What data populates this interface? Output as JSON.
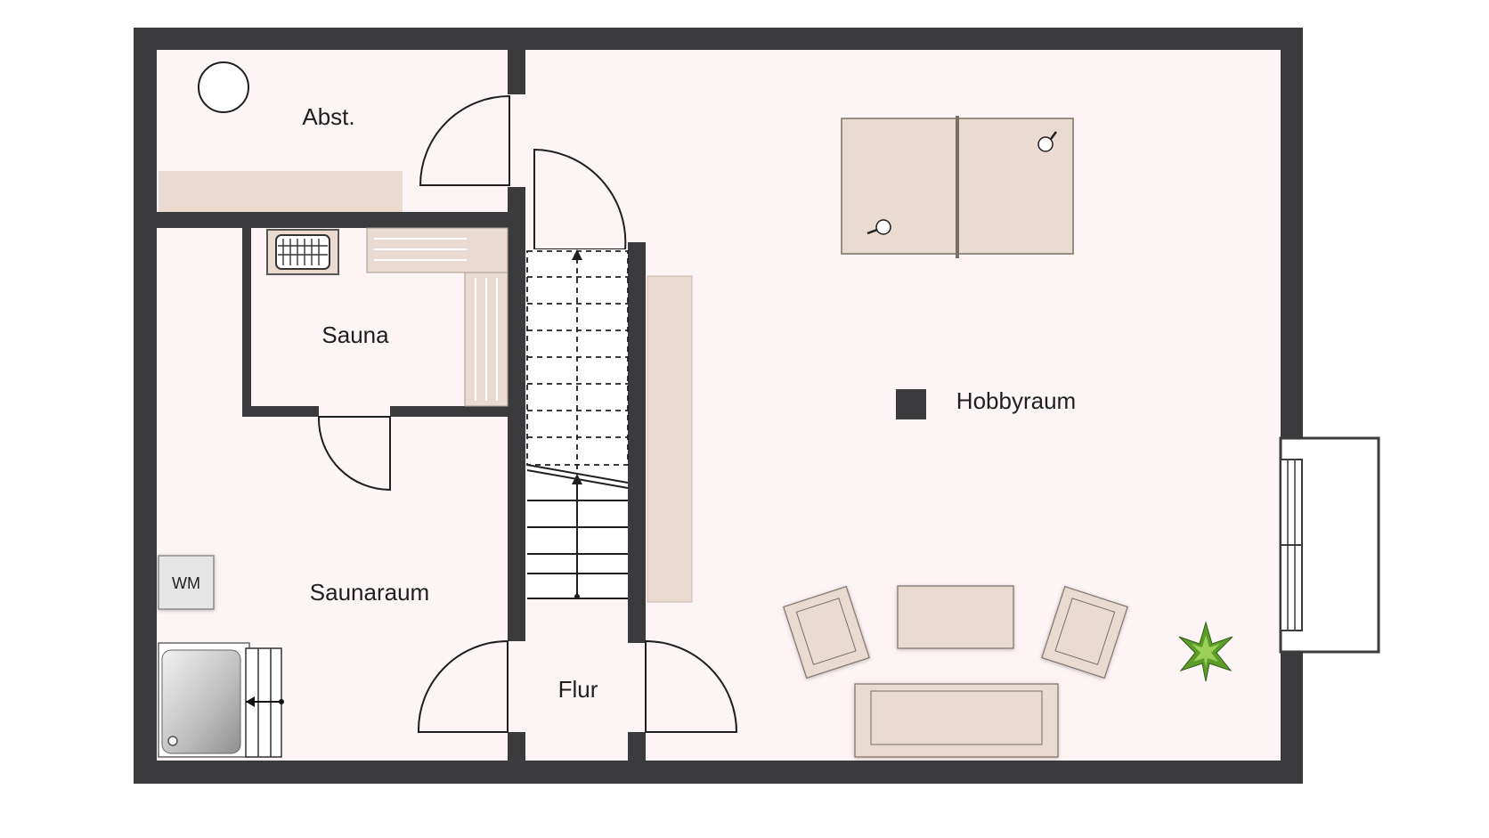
{
  "floor_plan": {
    "rooms": {
      "storage": "Abst.",
      "sauna": "Sauna",
      "sauna_room": "Saunaraum",
      "hallway": "Flur",
      "hobby_room": "Hobbyraum"
    },
    "appliances": {
      "washing_machine": "WM"
    }
  },
  "colors": {
    "wall": "#3b3b3d",
    "floor": "#fdf4f5",
    "furniture": "#eadad0",
    "furniture_stroke": "#7a6e66",
    "plant": "#5c9d2a"
  },
  "icons": {
    "sauna_stove": "sauna-stove-icon",
    "shower": "shower-tray-icon",
    "plant": "plant-icon",
    "table_tennis": "table-tennis-table-icon"
  }
}
